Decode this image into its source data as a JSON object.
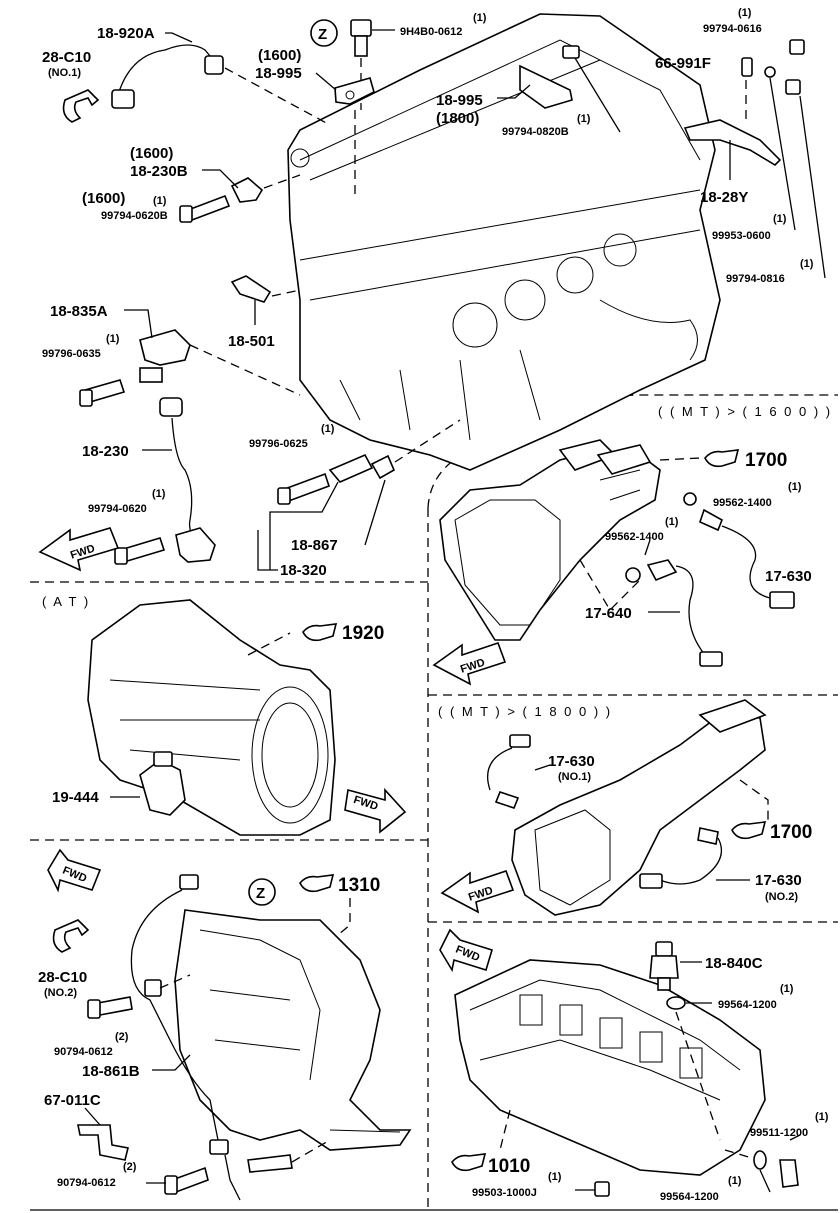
{
  "sections": {
    "at": "( A T )",
    "mt1600": "( ( M T ) > ( 1 6 0 0 ) )",
    "mt1800": "( ( M T ) > ( 1 8 0 0 ) )"
  },
  "fwd": "FWD",
  "marker_z": "Z",
  "qty1": "(1)",
  "qty2": "(2)",
  "parts": {
    "p18_920a": "18-920A",
    "p28_c10": "28-C10",
    "no1": "(NO.1)",
    "no2": "(NO.2)",
    "p9h4b0": "9H4B0-0612",
    "v1600": "(1600)",
    "v1800": "(1800)",
    "p18_995": "18-995",
    "p99794_0820b": "99794-0820B",
    "p99794_0616": "99794-0616",
    "p66_991f": "66-991F",
    "p18_28y": "18-28Y",
    "p99953_0600": "99953-0600",
    "p99794_0816": "99794-0816",
    "p18_230b": "18-230B",
    "p99794_0620b": "99794-0620B",
    "p18_835a": "18-835A",
    "p99796_0635": "99796-0635",
    "p18_501": "18-501",
    "p18_230": "18-230",
    "p99794_0620": "99794-0620",
    "p99796_0625": "99796-0625",
    "p18_867": "18-867",
    "p18_320": "18-320",
    "p1700": "1700",
    "p99562_1400": "99562-1400",
    "p17_630": "17-630",
    "p17_640": "17-640",
    "p1920": "1920",
    "p19_444": "19-444",
    "p1310": "1310",
    "p90794_0612": "90794-0612",
    "p18_861b": "18-861B",
    "p67_011c": "67-011C",
    "p18_840c": "18-840C",
    "p99564_1200": "99564-1200",
    "p99511_1200": "99511-1200",
    "p1010": "1010",
    "p99503_1000j": "99503-1000J"
  }
}
